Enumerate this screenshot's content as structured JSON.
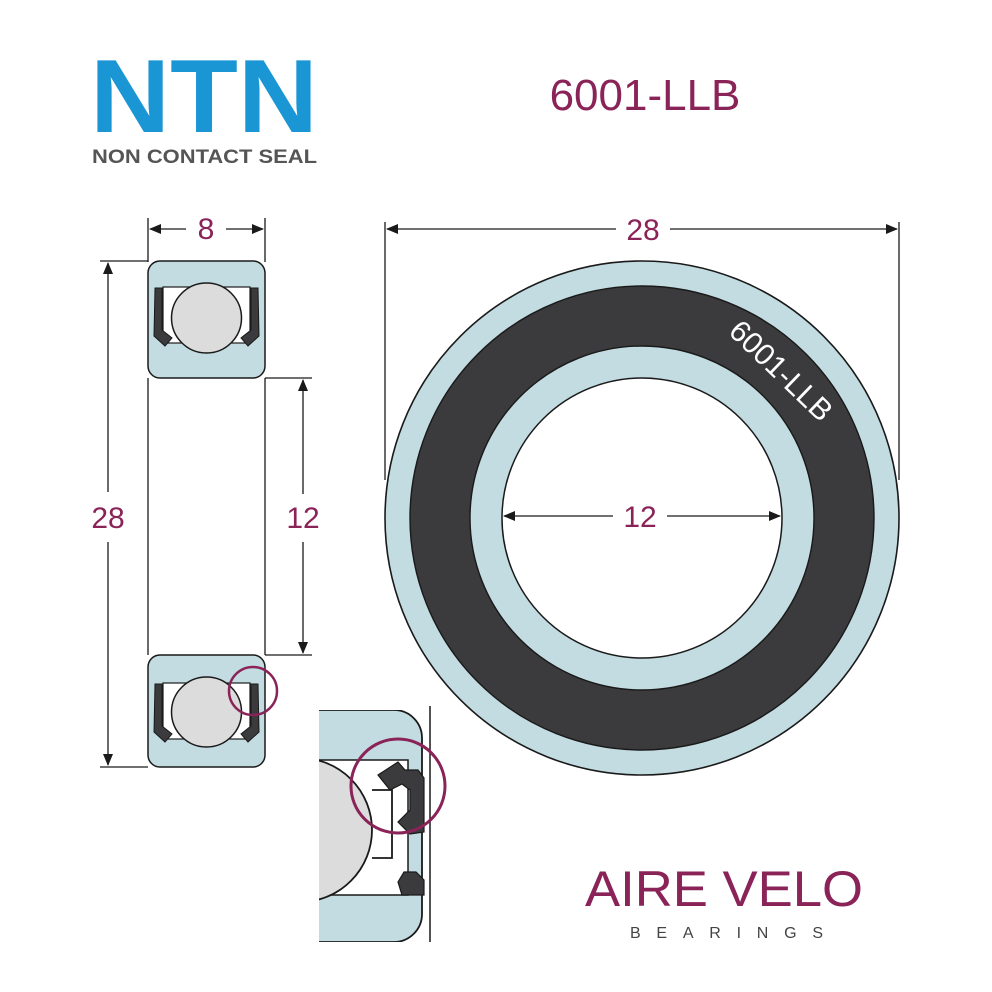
{
  "brand": {
    "logo": "NTN",
    "tagline": "NON CONTACT SEAL"
  },
  "part": {
    "model": "6001-LLB",
    "face_print": "6001-LLB"
  },
  "dimensions": {
    "width": "8",
    "outer_diameter_side": "28",
    "bore_side": "12",
    "outer_diameter_front": "28",
    "bore_front": "12"
  },
  "dealer": {
    "name": "AIRE VELO",
    "subtitle": "BEARINGS"
  },
  "colors": {
    "ntn_blue": "#1b96d4",
    "accent": "#8a2358",
    "ring_blue": "#c3dce1",
    "seal_dark": "#3b3a3c",
    "ball_gray": "#dcdcdc",
    "line": "#1a1a1a",
    "tagline_gray": "#555555"
  }
}
